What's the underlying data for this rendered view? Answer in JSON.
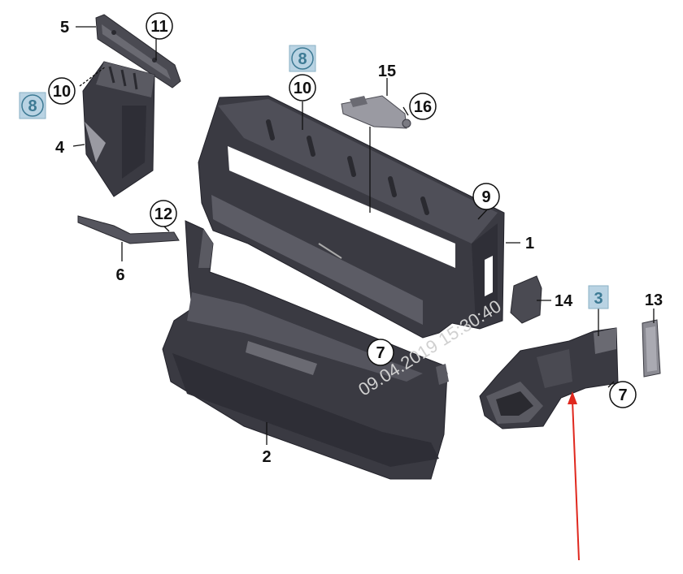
{
  "diagram": {
    "labels": {
      "n1": "1",
      "n2": "2",
      "n3": "3",
      "n4": "4",
      "n5": "5",
      "n6": "6",
      "n7a": "7",
      "n7b": "7",
      "n8a": "8",
      "n8b": "8",
      "n9": "9",
      "n10a": "10",
      "n10b": "10",
      "n11": "11",
      "n12": "12",
      "n13": "13",
      "n14": "14",
      "n15": "15",
      "n16": "16"
    },
    "watermark": "09.04.2019 15:30:40",
    "colors": {
      "part_dark": "#3a3a42",
      "part_mid": "#55555e",
      "part_light": "#8a8a92",
      "highlight_box": "#b9d3e3",
      "highlight_text": "#3d7a94",
      "arrow": "#e0281e"
    }
  }
}
